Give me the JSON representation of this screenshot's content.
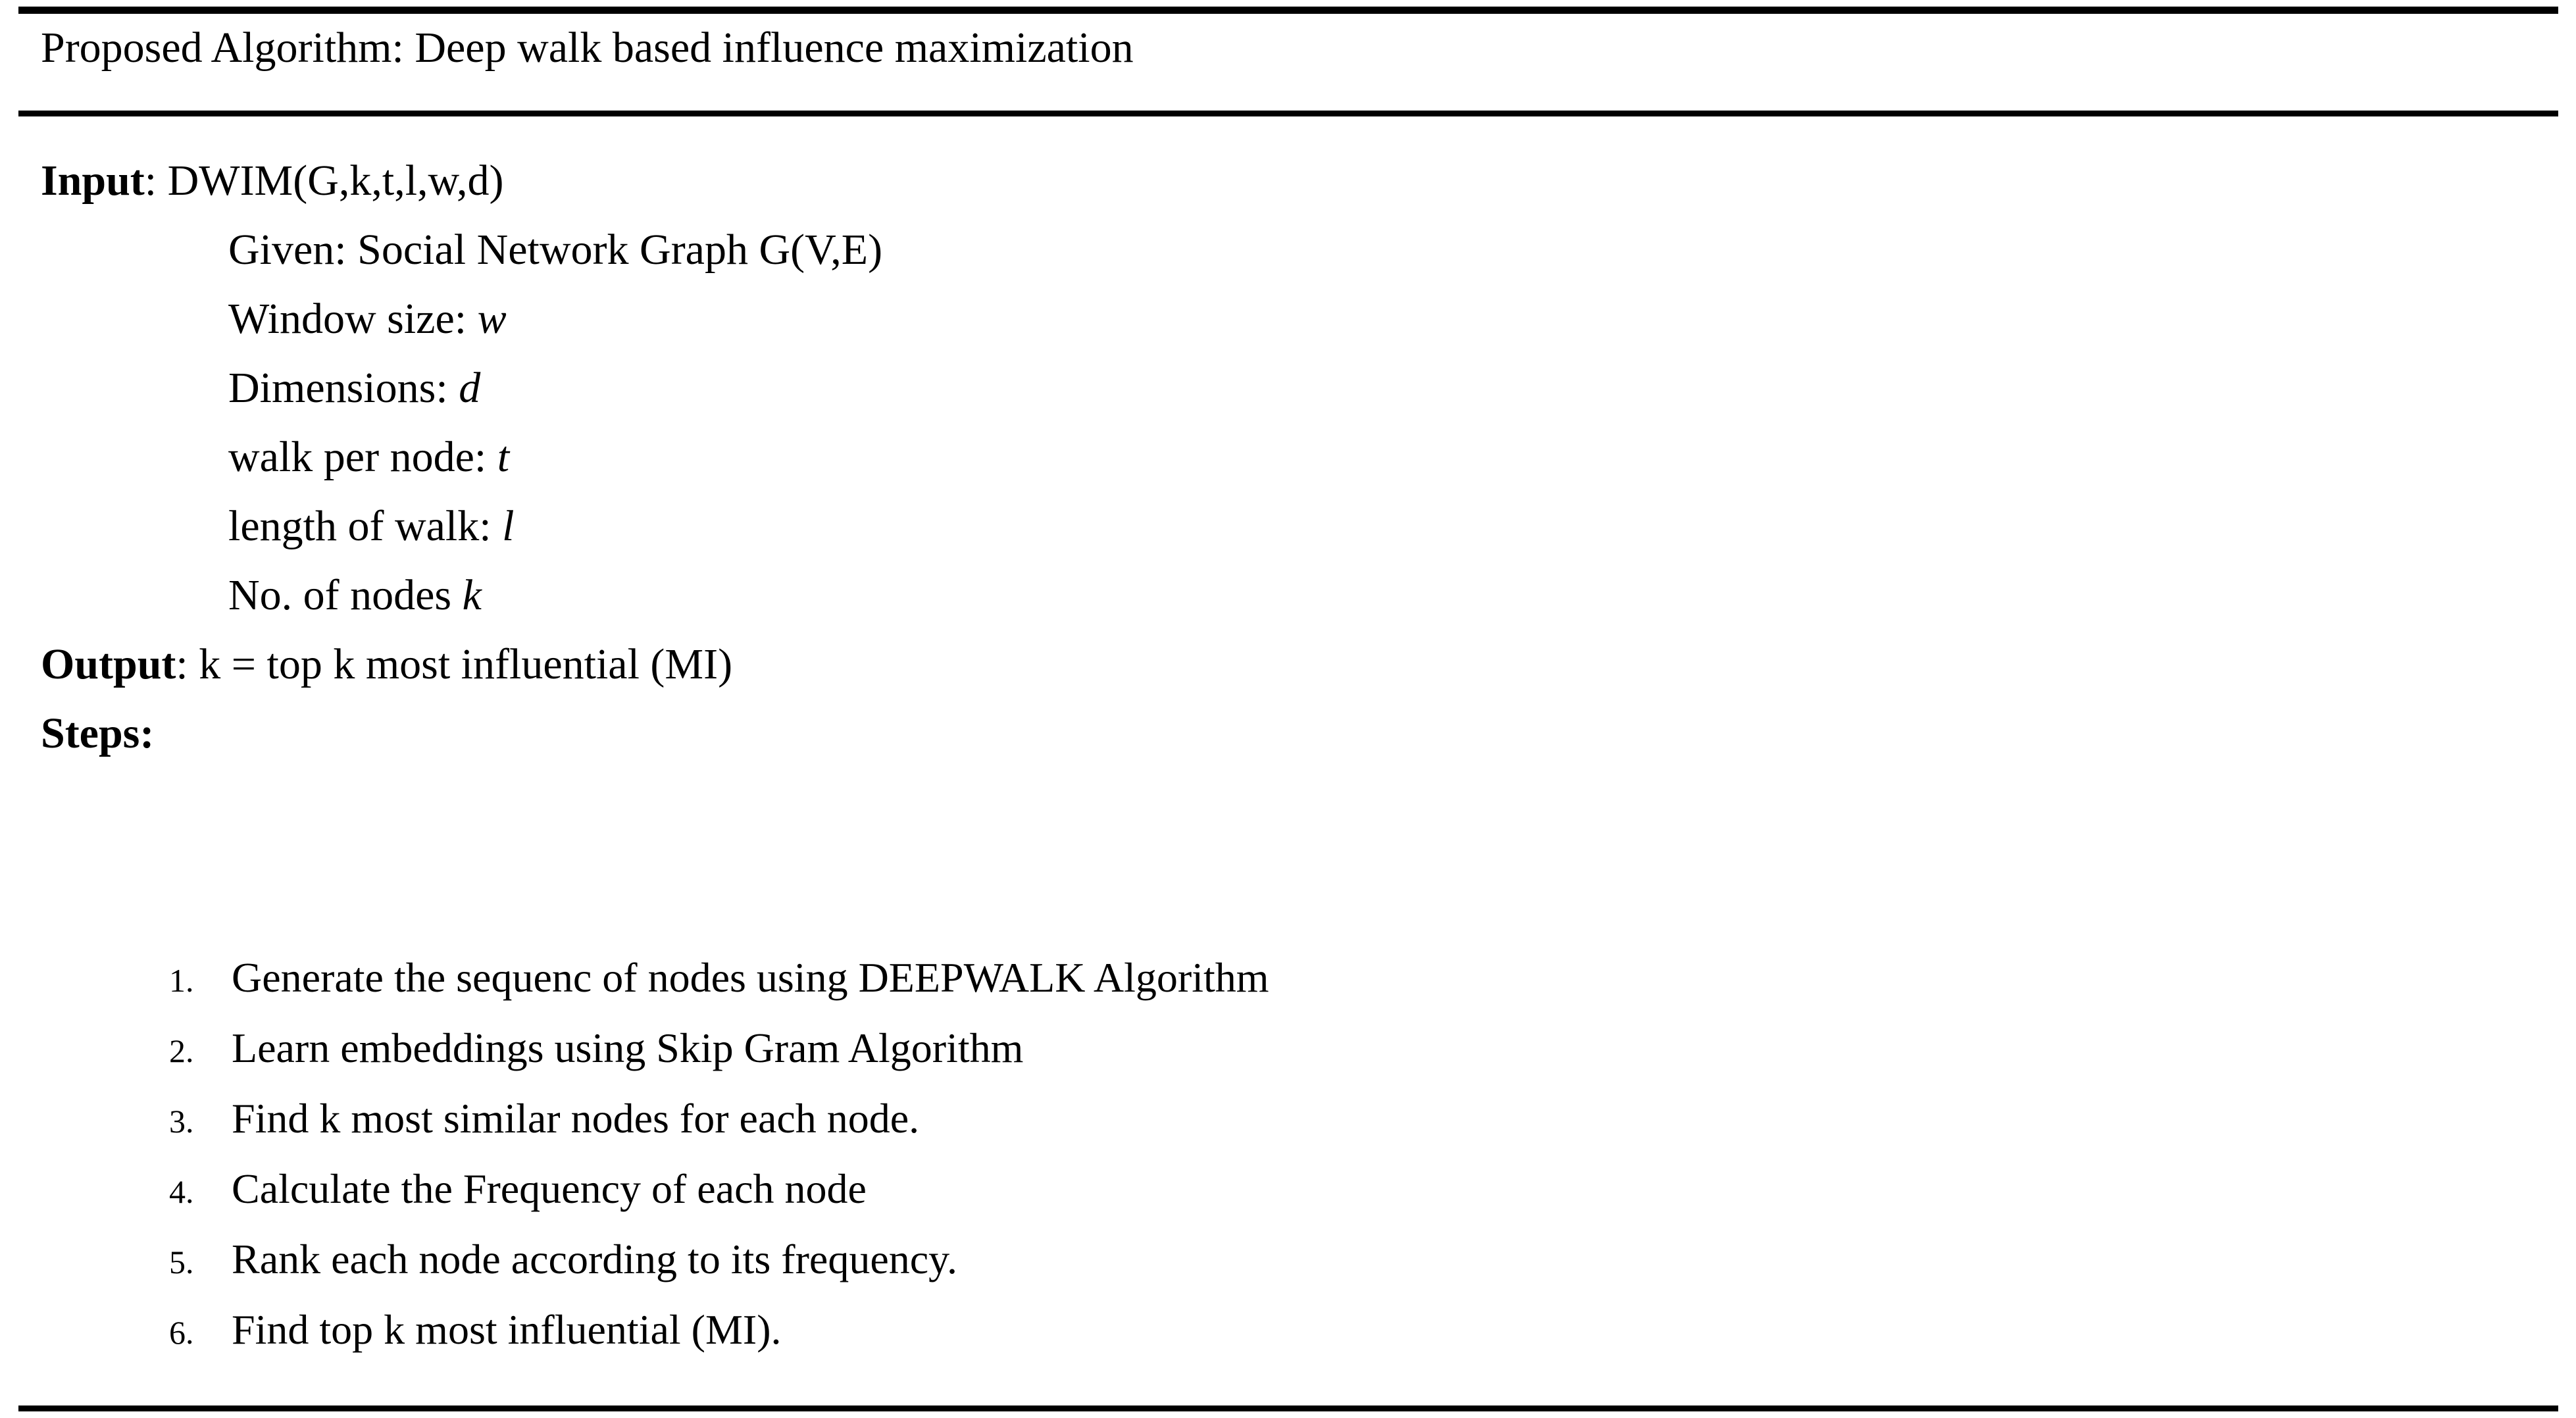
{
  "document": {
    "type": "algorithm-block",
    "title": "Proposed Algorithm: Deep walk based influence maximization"
  },
  "input": {
    "label": "Input",
    "colon": ": ",
    "signature": "DWIM(G,k,t,l,w,d)",
    "params": [
      {
        "text": "Given: Social Network Graph G(V,E)",
        "var": ""
      },
      {
        "text": "Window size: ",
        "var": "w"
      },
      {
        "text": "Dimensions: ",
        "var": "d"
      },
      {
        "text": "walk per node: ",
        "var": "t"
      },
      {
        "text": "length of walk: ",
        "var": "l"
      },
      {
        "text": "No. of nodes ",
        "var": "k"
      }
    ]
  },
  "output": {
    "label": "Output",
    "colon": ": ",
    "text": "k = top k most influential (MI)"
  },
  "steps": {
    "label": "Steps",
    "colon": ":",
    "items": [
      {
        "num": "1.",
        "text": "Generate the sequenc of nodes using DEEPWALK Algorithm"
      },
      {
        "num": "2.",
        "text": "Learn embeddings using Skip Gram Algorithm"
      },
      {
        "num": "3.",
        "text": "Find k most similar nodes for each node."
      },
      {
        "num": "4.",
        "text": "Calculate the Frequency of each node"
      },
      {
        "num": "5.",
        "text": "Rank each node according to its frequency."
      },
      {
        "num": "6.",
        "text": "Find top k most influential (MI)."
      }
    ]
  },
  "style": {
    "text_color": "#000000",
    "background": "#ffffff",
    "rule_color": "#000000"
  }
}
